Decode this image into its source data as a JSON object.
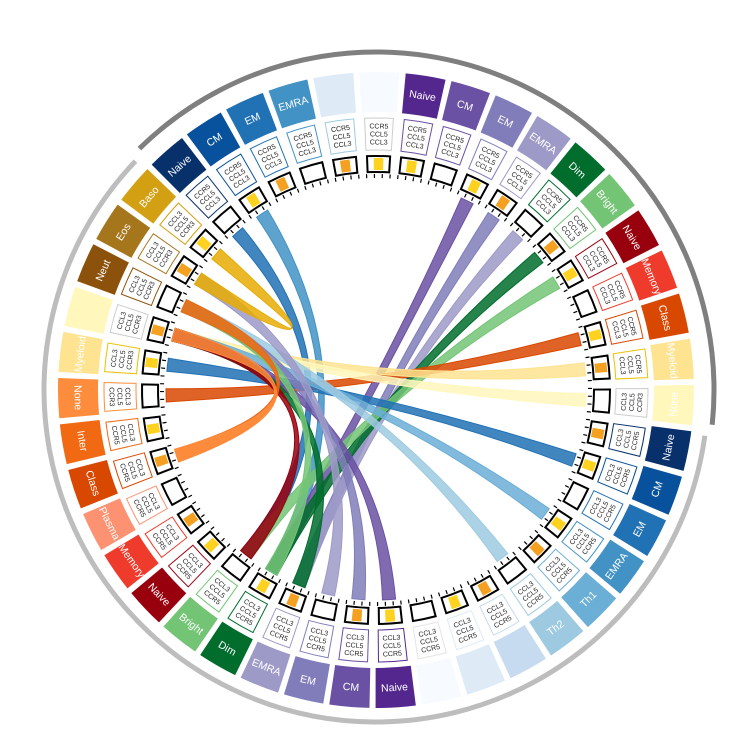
{
  "diagram": {
    "segments": [
      {
        "label": "Naive",
        "color": "#54278f",
        "text_color": "#ffffff",
        "genes": [
          "CCR5",
          "CCL5",
          "CCL3"
        ],
        "box": "#6a51a3"
      },
      {
        "label": "CM",
        "color": "#6a51a3",
        "text_color": "#ffffff",
        "genes": [
          "CCR5",
          "CCL5",
          "CCL3"
        ],
        "box": "#6a51a3"
      },
      {
        "label": "EM",
        "color": "#807dba",
        "text_color": "#ffffff",
        "genes": [
          "CCR5",
          "CCL5",
          "CCL3"
        ],
        "box": "#807dba"
      },
      {
        "label": "EMRA",
        "color": "#9e9ac8",
        "text_color": "#ffffff",
        "genes": [
          "CCR5",
          "CCL5",
          "CCL3"
        ],
        "box": "#9e9ac8"
      },
      {
        "label": "Dim",
        "color": "#006d2c",
        "text_color": "#ffffff",
        "genes": [
          "CCR5",
          "CCL5",
          "CCL3"
        ],
        "box": "#006d2c"
      },
      {
        "label": "Bright",
        "color": "#74c476",
        "text_color": "#ffffff",
        "genes": [
          "CCR5",
          "CCL5",
          "CCL3"
        ],
        "box": "#74c476"
      },
      {
        "label": "Naive",
        "color": "#99000d",
        "text_color": "#ffffff",
        "genes": [
          "CCR5",
          "CCL5",
          "CCL3"
        ],
        "box": "#99000d"
      },
      {
        "label": "Memory",
        "color": "#ef3b2c",
        "text_color": "#ffffff",
        "genes": [
          "CCR5",
          "CCL5",
          "CCL3"
        ],
        "box": "#ef3b2c"
      },
      {
        "label": "Class",
        "color": "#d94801",
        "text_color": "#ffffff",
        "genes": [
          "CCR5",
          "CCL5",
          "CCL3"
        ],
        "box": "#d94801"
      },
      {
        "label": "Myeloid",
        "color": "#fee391",
        "text_color": "#ffffff",
        "genes": [
          "CCR5",
          "CCL5",
          "CCL3"
        ],
        "box": "#e6c200"
      },
      {
        "label": "None",
        "color": "#fff7bc",
        "text_color": "#ffffff",
        "genes": [
          "CCR3",
          "CCL5",
          "CCL3"
        ],
        "box": "#cccccc"
      },
      {
        "label": "Naive",
        "color": "#08306b",
        "text_color": "#ffffff",
        "genes": [
          "CCR5",
          "CCL5",
          "CCL3"
        ],
        "box": "#08306b"
      },
      {
        "label": "CM",
        "color": "#08519c",
        "text_color": "#ffffff",
        "genes": [
          "CCR5",
          "CCL5",
          "CCL3"
        ],
        "box": "#08519c"
      },
      {
        "label": "EM",
        "color": "#2171b5",
        "text_color": "#ffffff",
        "genes": [
          "CCR5",
          "CCL5",
          "CCL3"
        ],
        "box": "#2171b5"
      },
      {
        "label": "EMRA",
        "color": "#4292c6",
        "text_color": "#ffffff",
        "genes": [
          "CCR5",
          "CCL5",
          "CCL3"
        ],
        "box": "#4292c6"
      },
      {
        "label": "Th1",
        "color": "#6baed6",
        "text_color": "#ffffff",
        "genes": [
          "CCR5",
          "CCL5",
          "CCL3"
        ],
        "box": "#6baed6"
      },
      {
        "label": "Th2",
        "color": "#9ecae1",
        "text_color": "#ffffff",
        "genes": [
          "CCR5",
          "CCL5",
          "CCL3"
        ],
        "box": "#9ecae1"
      },
      {
        "label": "",
        "color": "#c6dbef",
        "text_color": "#ffffff",
        "genes": [
          "CCR5",
          "CCL5",
          "CCL3"
        ],
        "box": "#c6dbef"
      },
      {
        "label": "",
        "color": "#deebf7",
        "text_color": "#ffffff",
        "genes": [
          "CCR5",
          "CCL5",
          "CCL3"
        ],
        "box": "#deebf7"
      },
      {
        "label": "",
        "color": "#f7fbff",
        "text_color": "#ffffff",
        "genes": [
          "CCR5",
          "CCL5",
          "CCL3"
        ],
        "box": "#e5e5e5"
      },
      {
        "label": "Naive",
        "color": "#54278f",
        "text_color": "#ffffff",
        "genes": [
          "CCR5",
          "CCL5",
          "CCL3"
        ],
        "box": "#54278f"
      },
      {
        "label": "CM",
        "color": "#6a51a3",
        "text_color": "#ffffff",
        "genes": [
          "CCR5",
          "CCL5",
          "CCL3"
        ],
        "box": "#6a51a3"
      },
      {
        "label": "EM",
        "color": "#807dba",
        "text_color": "#ffffff",
        "genes": [
          "CCR5",
          "CCL5",
          "CCL3"
        ],
        "box": "#807dba"
      },
      {
        "label": "EMRA",
        "color": "#9e9ac8",
        "text_color": "#ffffff",
        "genes": [
          "CCR5",
          "CCL5",
          "CCL3"
        ],
        "box": "#9e9ac8"
      },
      {
        "label": "Dim",
        "color": "#006d2c",
        "text_color": "#ffffff",
        "genes": [
          "CCR5",
          "CCL5",
          "CCL3"
        ],
        "box": "#006d2c"
      },
      {
        "label": "Bright",
        "color": "#74c476",
        "text_color": "#ffffff",
        "genes": [
          "CCR5",
          "CCL5",
          "CCL3"
        ],
        "box": "#74c476"
      },
      {
        "label": "Naive",
        "color": "#99000d",
        "text_color": "#ffffff",
        "genes": [
          "CCR5",
          "CCL5",
          "CCL3"
        ],
        "box": "#99000d"
      },
      {
        "label": "Memory",
        "color": "#ef3b2c",
        "text_color": "#ffffff",
        "genes": [
          "CCR5",
          "CCL5",
          "CCL3"
        ],
        "box": "#ef3b2c"
      },
      {
        "label": "Plasma",
        "color": "#fc9272",
        "text_color": "#ffffff",
        "genes": [
          "CCR5",
          "CCL5",
          "CCL3"
        ],
        "box": "#fc9272"
      },
      {
        "label": "Class",
        "color": "#d94801",
        "text_color": "#ffffff",
        "genes": [
          "CCR5",
          "CCL5",
          "CCL3"
        ],
        "box": "#d94801"
      },
      {
        "label": "Inter",
        "color": "#f16913",
        "text_color": "#ffffff",
        "genes": [
          "CCR5",
          "CCL5",
          "CCL3"
        ],
        "box": "#f16913"
      },
      {
        "label": "None",
        "color": "#fd8d3c",
        "text_color": "#ffffff",
        "genes": [
          "CCR3",
          "CCL5",
          "CCL3"
        ],
        "box": "#fd8d3c"
      },
      {
        "label": "Myeloid",
        "color": "#fee391",
        "text_color": "#ffffff",
        "genes": [
          "CCL3",
          "CCL5",
          "CCR3"
        ],
        "box": "#e6c200"
      },
      {
        "label": "",
        "color": "#fff7bc",
        "text_color": "#ffffff",
        "genes": [
          "CCL3",
          "CCL5",
          "CCR3"
        ],
        "box": "#cccccc"
      },
      {
        "label": "Neut",
        "color": "#8c510a",
        "text_color": "#ffffff",
        "genes": [
          "CCL3",
          "CCL5",
          "CCR3"
        ],
        "box": "#8c510a"
      },
      {
        "label": "Eos",
        "color": "#a6761d",
        "text_color": "#ffffff",
        "genes": [
          "CCL3",
          "CCL5",
          "CCR3"
        ],
        "box": "#a6761d"
      },
      {
        "label": "Baso",
        "color": "#d4a013",
        "text_color": "#ffffff",
        "genes": [
          "CCL3",
          "CCL5",
          "CCR3"
        ],
        "box": "#d4a013"
      },
      {
        "label": "Naive",
        "color": "#08306b",
        "text_color": "#ffffff",
        "genes": [
          "CCR5",
          "CCL5",
          "CCL3"
        ],
        "box": "#08306b"
      },
      {
        "label": "CM",
        "color": "#08519c",
        "text_color": "#ffffff",
        "genes": [
          "CCR5",
          "CCL5",
          "CCL3"
        ],
        "box": "#08519c"
      },
      {
        "label": "EM",
        "color": "#2171b5",
        "text_color": "#ffffff",
        "genes": [
          "CCR5",
          "CCL5",
          "CCL3"
        ],
        "box": "#2171b5"
      },
      {
        "label": "EMRA",
        "color": "#4292c6",
        "text_color": "#ffffff",
        "genes": [
          "CCR5",
          "CCL5",
          "CCL3"
        ],
        "box": "#4292c6"
      },
      {
        "label": "",
        "color": "#deebf7",
        "text_color": "#ffffff",
        "genes": [
          "CCR5",
          "CCL5",
          "CCL3"
        ],
        "box": "#9ecae1"
      },
      {
        "label": "",
        "color": "#f7fbff",
        "text_color": "#ffffff",
        "genes": [
          "CCR5",
          "CCL5",
          "CCL3"
        ],
        "box": "#cccccc"
      }
    ],
    "links": [
      {
        "from": 37,
        "to": 25,
        "color": "#2171b5"
      },
      {
        "from": 38,
        "to": 24,
        "color": "#4292c6"
      },
      {
        "from": 2,
        "to": 24,
        "color": "#6a51a3"
      },
      {
        "from": 3,
        "to": 23,
        "color": "#807dba"
      },
      {
        "from": 4,
        "to": 23,
        "color": "#9e9ac8"
      },
      {
        "from": 5,
        "to": 24,
        "color": "#006d2c"
      },
      {
        "from": 6,
        "to": 25,
        "color": "#74c476"
      },
      {
        "from": 8,
        "to": 31,
        "color": "#d94801"
      },
      {
        "from": 9,
        "to": 33,
        "color": "#fee391"
      },
      {
        "from": 10,
        "to": 33,
        "color": "#fff7bc"
      },
      {
        "from": 12,
        "to": 32,
        "color": "#2171b5"
      },
      {
        "from": 14,
        "to": 33,
        "color": "#6baed6"
      },
      {
        "from": 16,
        "to": 34,
        "color": "#9ecae1"
      },
      {
        "from": 20,
        "to": 33,
        "color": "#6a51a3"
      },
      {
        "from": 21,
        "to": 34,
        "color": "#807dba"
      },
      {
        "from": 22,
        "to": 35,
        "color": "#9e9ac8"
      },
      {
        "from": 23,
        "to": 33,
        "color": "#006d2c"
      },
      {
        "from": 24,
        "to": 34,
        "color": "#74c476"
      },
      {
        "from": 25,
        "to": 33,
        "color": "#99000d"
      },
      {
        "from": 29,
        "to": 34,
        "color": "#f16913"
      },
      {
        "from": 29,
        "to": 33,
        "color": "#fd8d3c"
      },
      {
        "from": 35,
        "to": 36,
        "color": "#e6ab02"
      }
    ],
    "groups": [
      {
        "start": 37,
        "end": 10,
        "color": "#7f7f7f"
      },
      {
        "start": 11,
        "end": 36,
        "color": "#bdbdbd"
      }
    ]
  }
}
